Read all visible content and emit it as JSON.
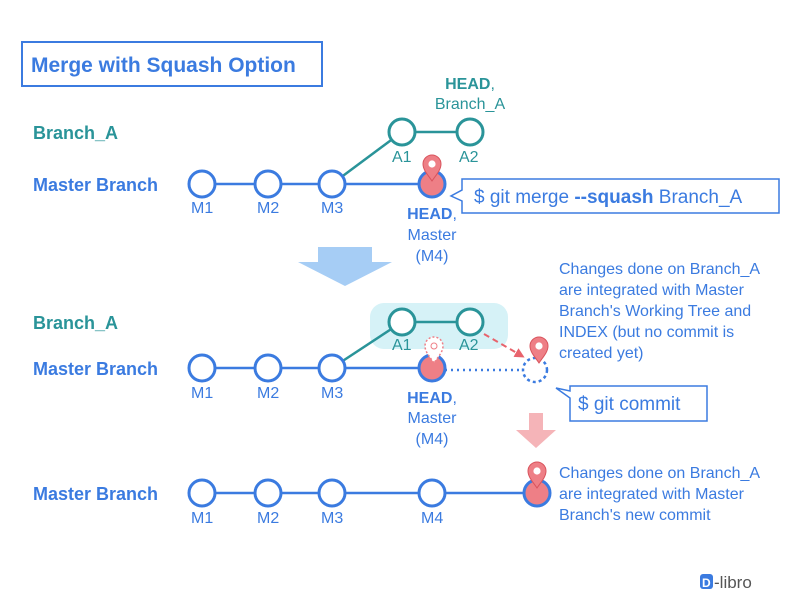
{
  "title": "Merge with Squash Option",
  "colors": {
    "blue": "#3b7be0",
    "teal": "#2a9499",
    "pink": "#ee7f86",
    "arrow_blue": "#a6cdf5",
    "arrow_pink": "#f5b4b8",
    "highlight": "#d6f2f7"
  },
  "branches": {
    "branch_a": "Branch_A",
    "master": "Master Branch"
  },
  "commits": {
    "m1": "M1",
    "m2": "M2",
    "m3": "M3",
    "m4": "M4",
    "a1": "A1",
    "a2": "A2"
  },
  "head_a": {
    "head": "HEAD",
    "comma": ",",
    "branch": "Branch_A"
  },
  "head_master": {
    "head": "HEAD",
    "comma": ",",
    "branch": "Master",
    "commit": "(M4)"
  },
  "commands": {
    "merge_prefix": "$ git merge ",
    "merge_flag": "--squash",
    "merge_suffix": " Branch_A",
    "commit": "$ git commit"
  },
  "notes": {
    "staged": [
      "Changes done on Branch_A",
      "are integrated with Master",
      "Branch's Working Tree and",
      "INDEX (but no commit is",
      "created yet)"
    ],
    "committed": [
      "Changes done on Branch_A",
      "are integrated with Master",
      "Branch's new commit"
    ]
  },
  "icons": {
    "pin": "map-pin-icon",
    "arrow_down": "arrow-down-icon",
    "logo": "d-libro-logo"
  },
  "logo": {
    "mark": "D",
    "text": "-libro"
  }
}
